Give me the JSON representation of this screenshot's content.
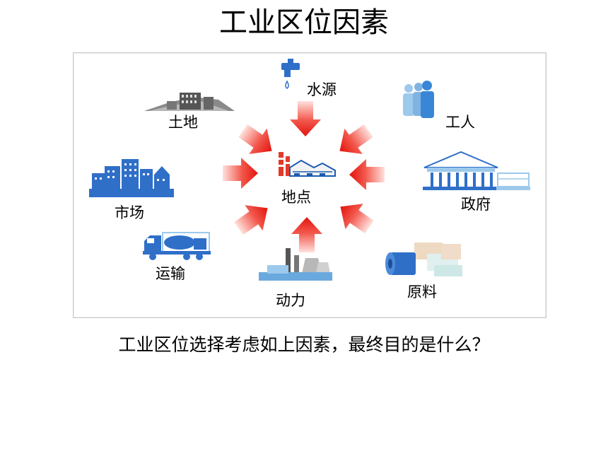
{
  "title": "工业区位因素",
  "diagram": {
    "center": "地点",
    "factors": {
      "water": "水源",
      "land": "土地",
      "workers": "工人",
      "market": "市场",
      "government": "政府",
      "transport": "运输",
      "power": "动力",
      "raw_material": "原料"
    }
  },
  "question": "工业区位选择考虑如上因素，最终目的是什么？",
  "colors": {
    "arrow": "#e8201a",
    "building_blue": "#2f6fc8",
    "light_blue": "#9cc9ec"
  }
}
